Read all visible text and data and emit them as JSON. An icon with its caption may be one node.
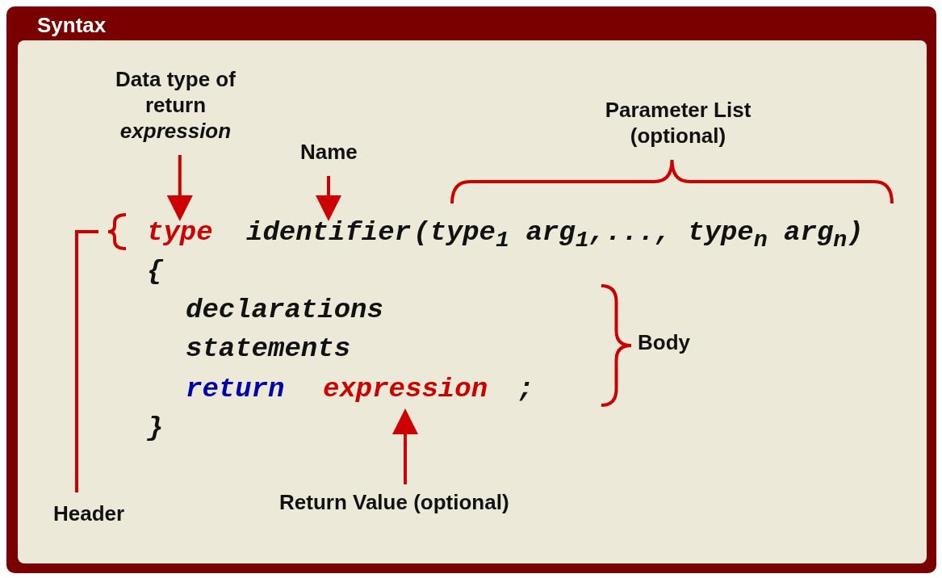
{
  "diagram": {
    "title": "Syntax",
    "nodes": [
      {
        "text": [
          "Data type of return *expression*"
        ]
      },
      {
        "text": [
          "Name"
        ]
      },
      {
        "text": [
          "Parameter List (optional)"
        ]
      },
      {
        "text": [
          "type"
        ]
      },
      {
        "text": [
          "identifier"
        ]
      },
      {
        "text": [
          "expression"
        ]
      },
      {
        "text": [
          "Header"
        ]
      },
      {
        "text": [
          "Return Value (optional)"
        ]
      },
      {
        "text": [
          "Body"
        ]
      }
    ],
    "edges": [
      {
        "from": 0,
        "to": 3,
        "arrow": "to"
      },
      {
        "from": 1,
        "to": 4,
        "arrow": "to"
      },
      {
        "from": 7,
        "to": 5,
        "arrow": "to"
      },
      {
        "from": 6,
        "to": null,
        "arrow": "none"
      }
    ],
    "labels": [
      "(**type$_{1}$** arg$_{1}$,..., **type$_{n}$** arg$_{n}$)",
      "{",
      "declarations",
      "statements",
      "return",
      ";",
      "}"
    ]
  }
}
